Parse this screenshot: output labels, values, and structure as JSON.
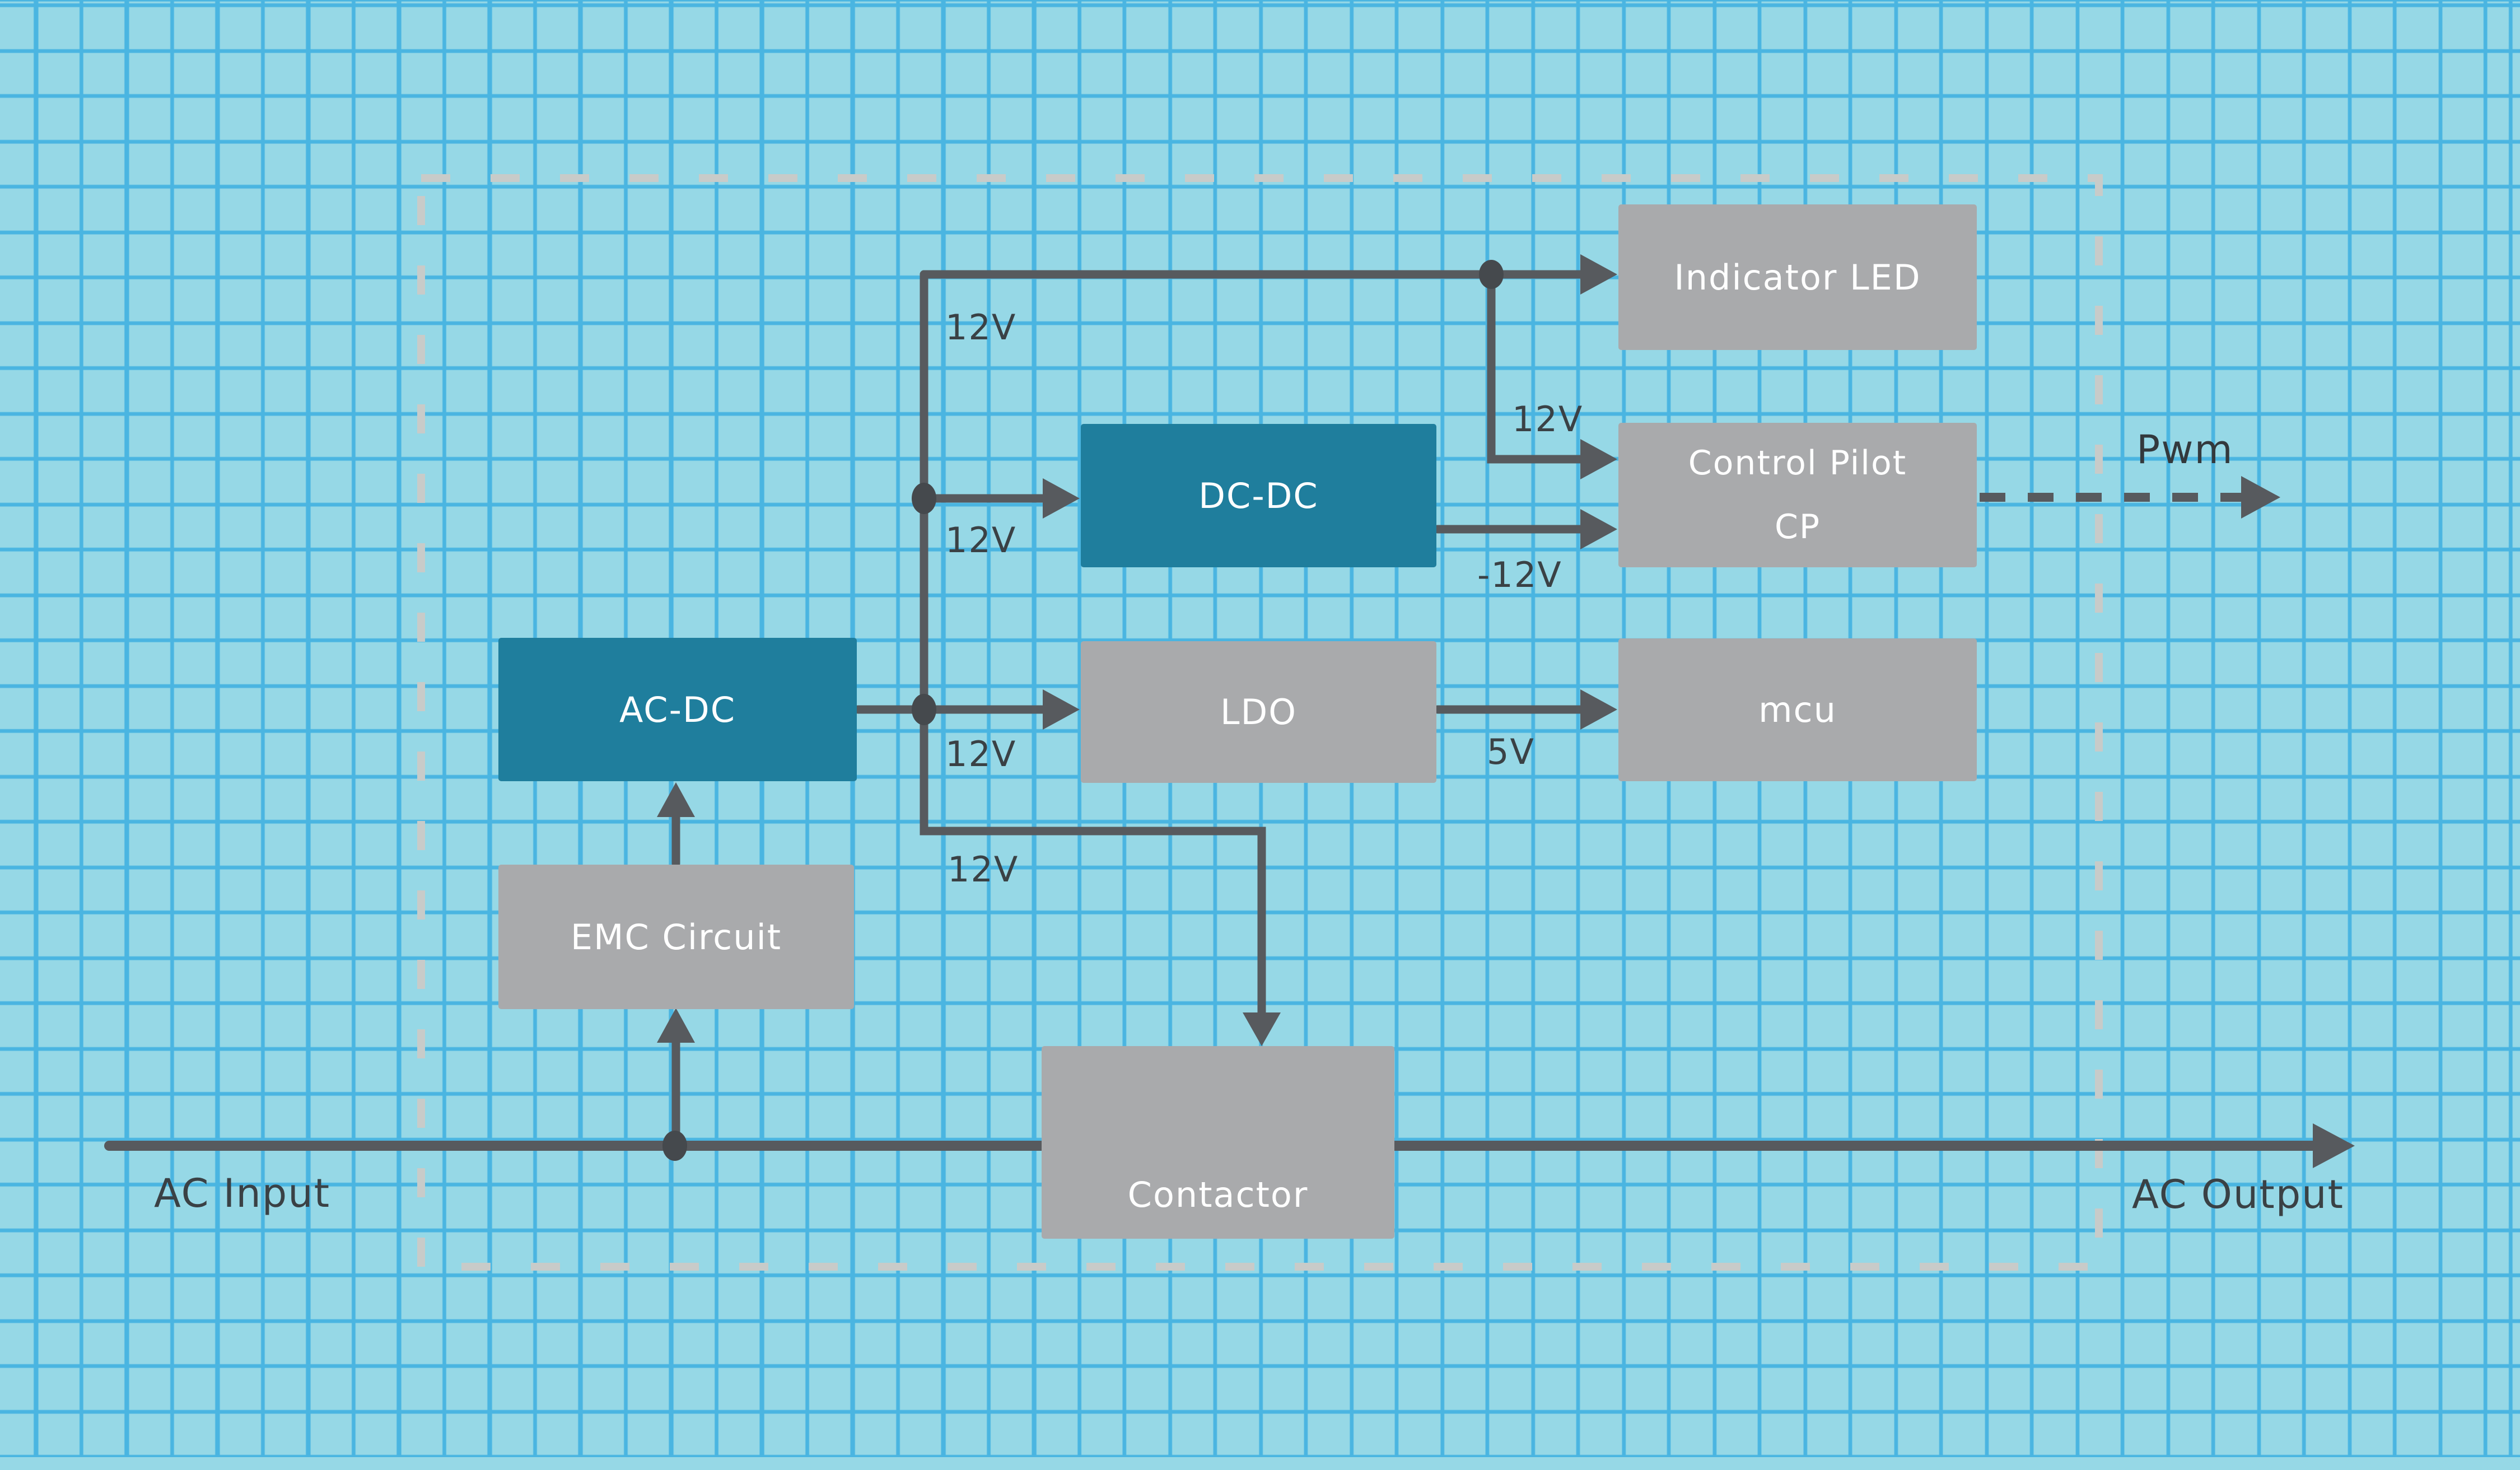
{
  "colors": {
    "background": "#96d8e6",
    "grid_line": "#4ab5e1",
    "teal_box": "#1f7e9d",
    "gray_box": "#a9aaac",
    "wire_dark": "#575a5e",
    "junction_dot": "#45494d",
    "enclosure_dashed": "#c8cbc9",
    "label_text": "#3a4145",
    "box_text": "#ffffff"
  },
  "boxes": {
    "emc": {
      "label": "EMC Circuit"
    },
    "acdc": {
      "label": "AC-DC"
    },
    "dcdc": {
      "label": "DC-DC"
    },
    "ldo": {
      "label": "LDO"
    },
    "indicator": {
      "label": "Indicator LED"
    },
    "cp": {
      "line1": "Control Pilot",
      "line2": "CP"
    },
    "mcu": {
      "label": "mcu"
    },
    "contactor": {
      "label": "Contactor"
    }
  },
  "wire_labels": {
    "bus_top_12v": "12V",
    "dcdc_in_12v": "12V",
    "ldo_in_12v": "12V",
    "contactor_12v": "12V",
    "cp_in_12v": "12V",
    "cp_in_neg12v": "-12V",
    "mcu_in_5v": "5V",
    "pwm": "Pwm"
  },
  "endpoints": {
    "ac_input": "AC Input",
    "ac_output": "AC Output"
  },
  "connections": [
    {
      "from": "AC Input",
      "to": "AC Output",
      "via": "Contactor",
      "style": "solid"
    },
    {
      "from": "AC line",
      "to": "EMC Circuit",
      "style": "solid"
    },
    {
      "from": "EMC Circuit",
      "to": "AC-DC",
      "style": "solid"
    },
    {
      "from": "AC-DC",
      "to": "Indicator LED",
      "label": "12V",
      "style": "solid"
    },
    {
      "from": "AC-DC",
      "to": "DC-DC",
      "label": "12V",
      "style": "solid"
    },
    {
      "from": "AC-DC",
      "to": "LDO",
      "label": "12V",
      "style": "solid"
    },
    {
      "from": "AC-DC",
      "to": "Control Pilot",
      "label": "12V",
      "style": "solid"
    },
    {
      "from": "AC-DC",
      "to": "Contactor",
      "label": "12V",
      "style": "solid"
    },
    {
      "from": "DC-DC",
      "to": "Control Pilot",
      "label": "-12V",
      "style": "solid"
    },
    {
      "from": "LDO",
      "to": "mcu",
      "label": "5V",
      "style": "solid"
    },
    {
      "from": "Control Pilot",
      "to": "external",
      "label": "Pwm",
      "style": "dashed"
    }
  ]
}
